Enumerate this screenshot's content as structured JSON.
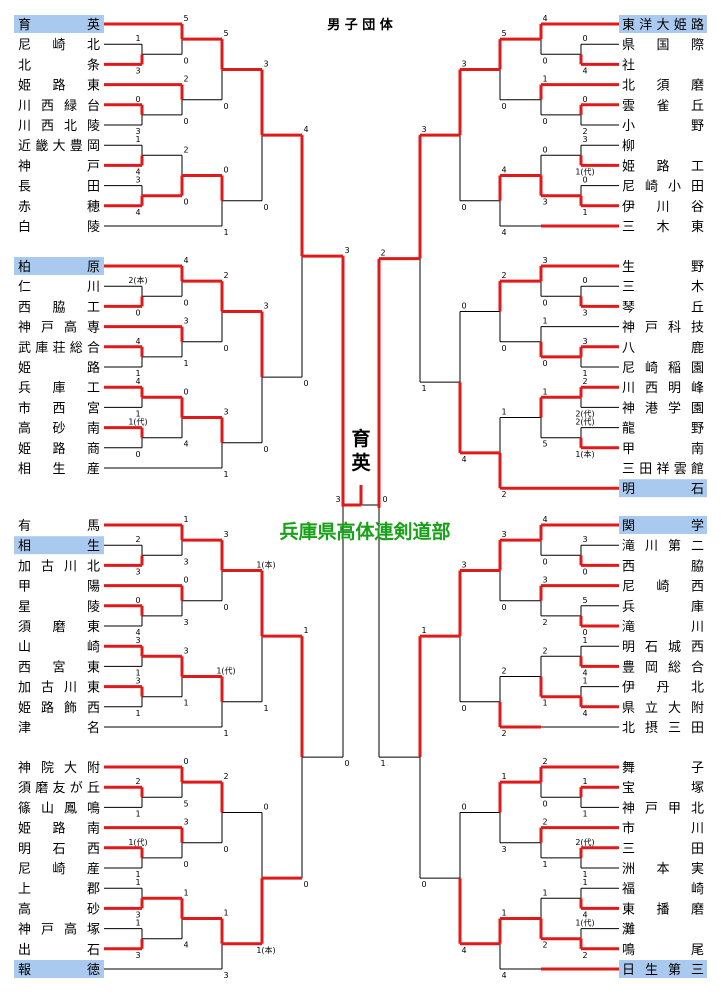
{
  "title": "男 子 団 体",
  "organizer": "兵庫県高体連剣道部",
  "champion": "育英",
  "left_teams": [
    "育英",
    "尼崎北",
    "北条",
    "姫路東",
    "川西緑台",
    "川西北陵",
    "近畿大豊岡",
    "神戸",
    "長田",
    "赤穂",
    "白陵",
    "柏原",
    "仁川",
    "西脇工",
    "神戸高専",
    "武庫荘総合",
    "姫路",
    "兵庫工",
    "市西宮",
    "高砂南",
    "姫路商",
    "相生産",
    "有馬",
    "相生",
    "加古川北",
    "甲陽",
    "星陵",
    "須磨東",
    "山崎",
    "西宮東",
    "加古川東",
    "姫路飾西",
    "津名",
    "神院大附",
    "須磨友が丘",
    "篠山鳳鳴",
    "姫路南",
    "明石西",
    "尼崎産",
    "上郡",
    "高砂",
    "神戸高塚",
    "出石",
    "報徳"
  ],
  "right_teams": [
    "東洋大姫路",
    "県国際",
    "社",
    "北須磨",
    "雲雀丘",
    "小野",
    "柳",
    "姫路工",
    "尼崎小田",
    "伊川谷",
    "三木東",
    "生野",
    "三木",
    "琴丘",
    "神戸科技",
    "八鹿",
    "尼崎稲園",
    "川西明峰",
    "神港学園",
    "龍野",
    "甲南",
    "三田祥雲館",
    "明石",
    "関学",
    "滝川第二",
    "西脇",
    "尼崎西",
    "兵庫",
    "滝川",
    "明石城西",
    "豊岡総合",
    "伊丹北",
    "県立大附",
    "北摂三田",
    "舞子",
    "宝塚",
    "神戸甲北",
    "市川",
    "三田",
    "洲本実",
    "福崎",
    "東播磨",
    "灘",
    "鳴尾",
    "日生第三"
  ],
  "highlight_colors": {
    "seed": "#a9c9ee",
    "winner_line": "#e01a1a",
    "organizer_text": "#19a019"
  }
}
